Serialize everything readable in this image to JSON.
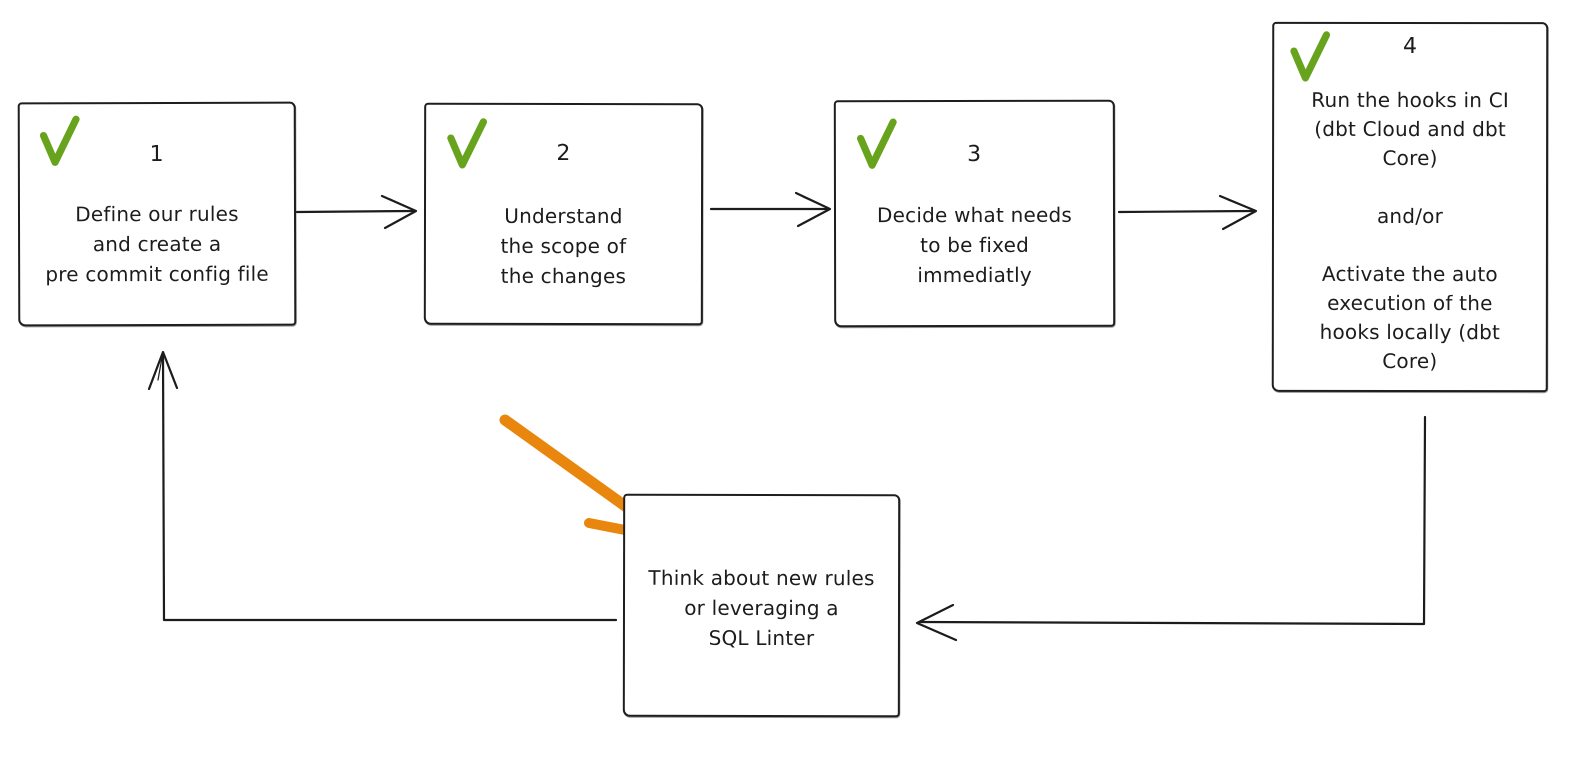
{
  "colors": {
    "ink": "#1c1c1c",
    "check_green": "#67a31c",
    "arrow_orange": "#e8860d",
    "background": "#ffffff"
  },
  "icons": {
    "step_complete": "green-checkmark-icon",
    "annotation": "orange-arrow-icon"
  },
  "steps": [
    {
      "number": "1",
      "completed": true,
      "text": "Define our rules\nand create a\npre commit config file"
    },
    {
      "number": "2",
      "completed": true,
      "text": "Understand\nthe scope of\nthe changes"
    },
    {
      "number": "3",
      "completed": true,
      "text": "Decide what needs\nto be fixed\nimmediatly"
    },
    {
      "number": "4",
      "completed": true,
      "text": "Run the hooks in CI\n(dbt Cloud and dbt\nCore)\n\nand/or\n\nActivate the auto\nexecution of the\nhooks locally (dbt\nCore)"
    }
  ],
  "loop_box": {
    "text": "Think about new rules\nor leveraging a\nSQL Linter"
  }
}
